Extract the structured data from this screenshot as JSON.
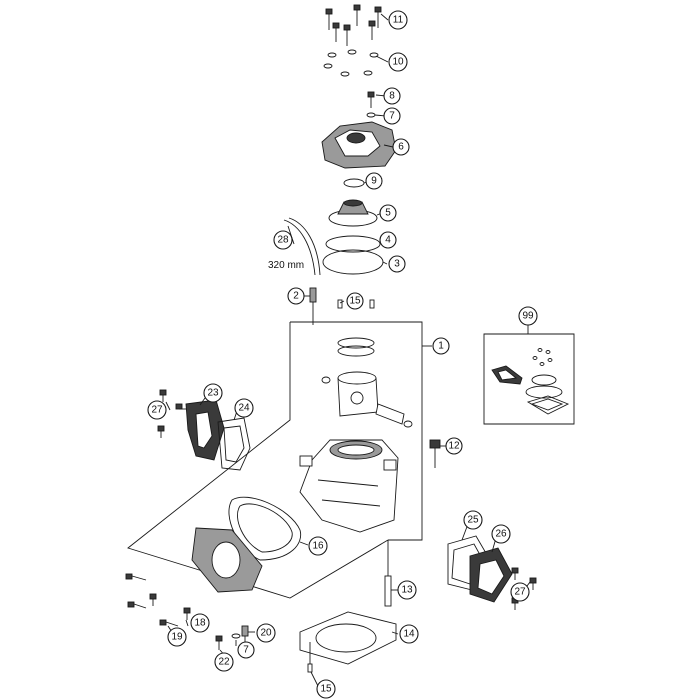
{
  "diagram": {
    "callouts": {
      "c1": "1",
      "c2": "2",
      "c3": "3",
      "c4": "4",
      "c5": "5",
      "c6": "6",
      "c7a": "7",
      "c7b": "7",
      "c8": "8",
      "c9": "9",
      "c10": "10",
      "c11": "11",
      "c12": "12",
      "c13": "13",
      "c14": "14",
      "c15a": "15",
      "c15b": "15",
      "c16": "16",
      "c18": "18",
      "c19": "19",
      "c20": "20",
      "c22": "22",
      "c23": "23",
      "c24": "24",
      "c25": "25",
      "c26": "26",
      "c27a": "27",
      "c27b": "27",
      "c28": "28",
      "c99": "99"
    },
    "measurement_label": "320 mm"
  }
}
